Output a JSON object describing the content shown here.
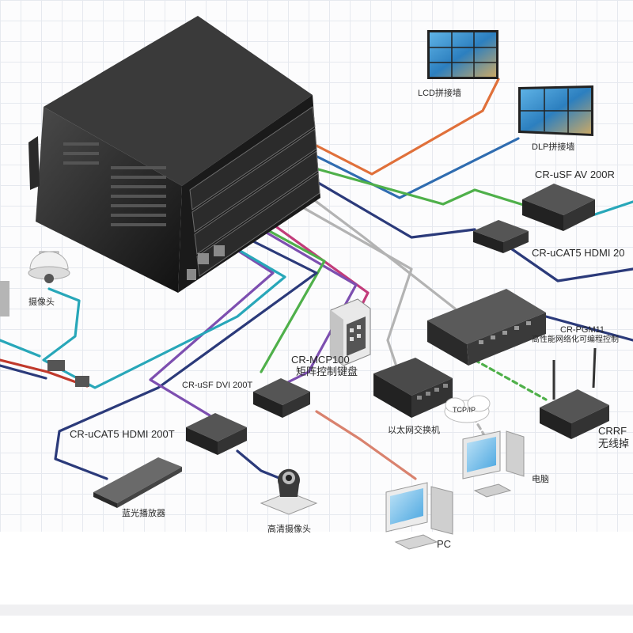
{
  "labels": {
    "lcd": "LCD拼接墙",
    "dlp": "DLP拼接墙",
    "usf_av": "CR-uSF AV 200R",
    "ucat5_right": "CR-uCAT5 HDMI 20",
    "pgm_model": "CR-PGM11",
    "pgm_desc": "高性能网络化可编程控制",
    "crrf_model": "CRRF",
    "crrf_desc": "无线掉",
    "camera": "摄像头",
    "mcp_model": "CR-MCP100",
    "mcp_desc": "矩阵控制键盘",
    "usf_dvi": "CR-uSF DVI 200T",
    "ucat5_left": "CR-uCAT5 HDMI 200T",
    "switch": "以太网交换机",
    "tcpip": "TCP/IP",
    "computer": "电脑",
    "bluray": "蓝光播放器",
    "hd_camera": "高清摄像头",
    "pc": "PC"
  },
  "colors": {
    "orange": "#e0703a",
    "blue": "#2f6cb0",
    "green": "#4fb04a",
    "teal": "#28a7b9",
    "purple": "#7d4fb0",
    "navy": "#2b3a7a",
    "magenta": "#c23c7a",
    "gray": "#b3b3b3"
  }
}
